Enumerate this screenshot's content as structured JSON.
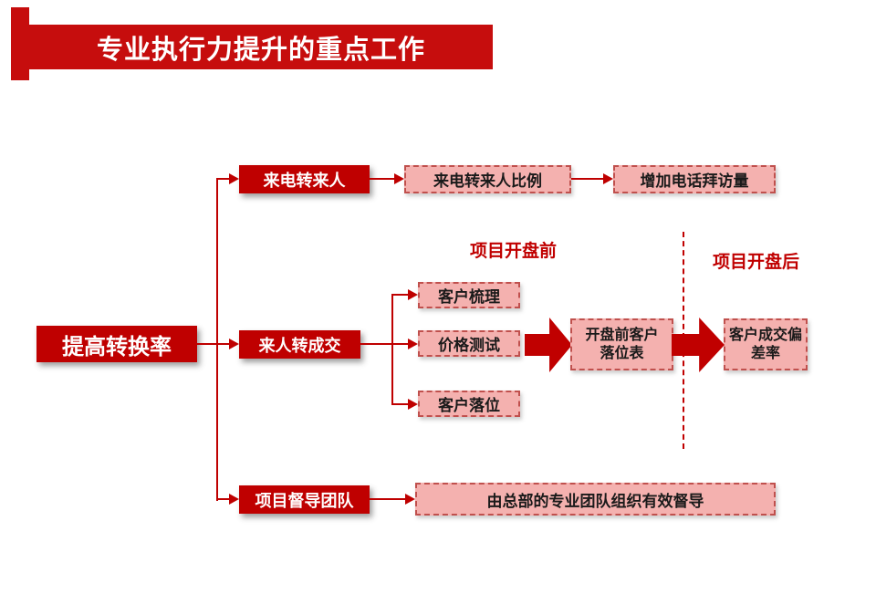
{
  "title": "专业执行力提升的重点工作",
  "root_label": "提高转换率",
  "phases": {
    "before": "项目开盘前",
    "after": "项目开盘后"
  },
  "branch_call": {
    "label": "来电转来人",
    "ratio": "来电转来人比例",
    "action": "增加电话拜访量"
  },
  "branch_deal": {
    "label": "来人转成交",
    "steps": [
      "客户梳理",
      "价格测试",
      "客户落位"
    ],
    "pre_table": "开盘前客户\n落位表",
    "deviation": "客户成交偏\n差率"
  },
  "branch_supervise": {
    "label": "项目督导团队",
    "detail": "由总部的专业团队组织有效督导"
  },
  "colors": {
    "red": "#c00000",
    "pink_fill": "#f4b1af",
    "pink_border": "#c0504d",
    "title_banner": "#c60d0d"
  }
}
